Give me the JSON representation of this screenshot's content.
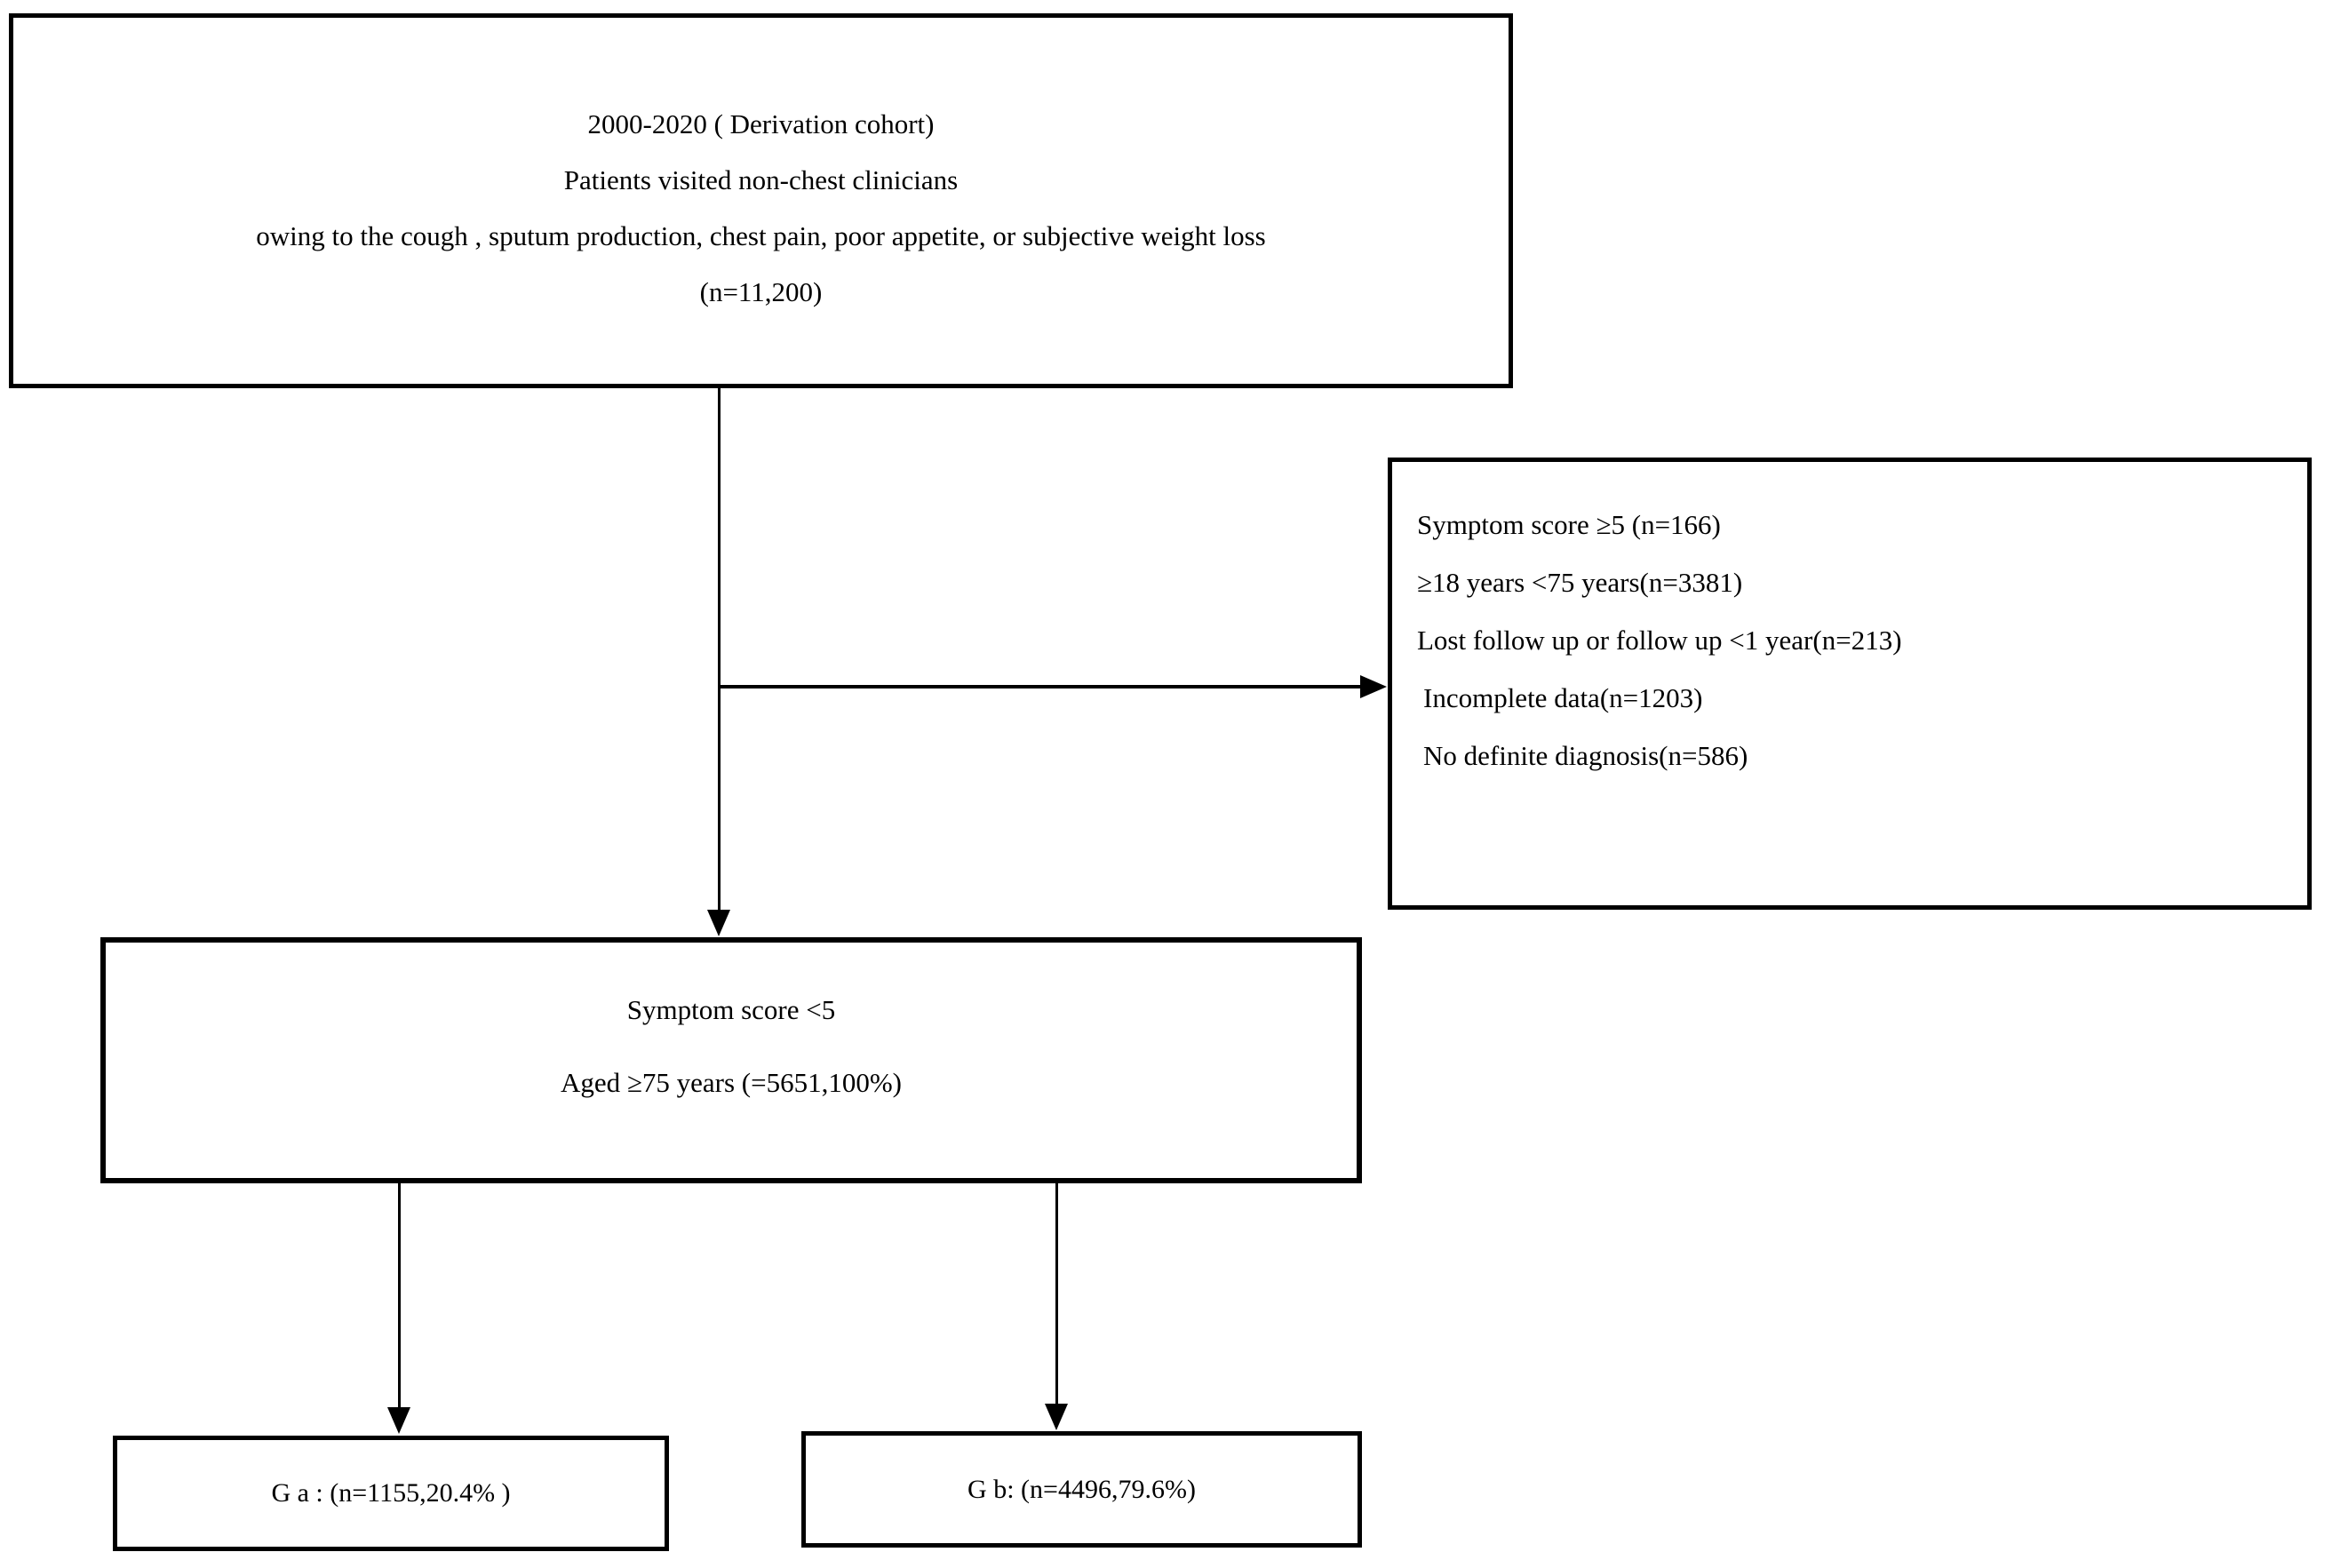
{
  "diagram": {
    "type": "flowchart",
    "colors": {
      "line": "#000000",
      "background": "#ffffff"
    },
    "boxes": {
      "derivation": {
        "lines": [
          "2000-2020 ( Derivation cohort)",
          "Patients visited non-chest clinicians",
          "owing to the cough , sputum production, chest pain, poor appetite, or subjective weight loss",
          "(n=11,200)"
        ]
      },
      "exclusion": {
        "lines": [
          "Symptom score ≥5 (n=166)",
          "≥18 years <75 years(n=3381)",
          "Lost follow up or follow up <1 year(n=213)",
          "Incomplete data(n=1203)",
          "No definite diagnosis(n=586)"
        ]
      },
      "eligible": {
        "lines": [
          "Symptom score <5",
          "Aged ≥75 years (=5651,100%)"
        ]
      },
      "group_a": {
        "label": "G a : (n=1155,20.4% )"
      },
      "group_b": {
        "label": "G b: (n=4496,79.6%)"
      }
    },
    "connectors": [
      {
        "from": "derivation",
        "to": "eligible",
        "direction": "down"
      },
      {
        "from": "derivation",
        "to": "exclusion",
        "direction": "right"
      },
      {
        "from": "eligible",
        "to": "group_a",
        "direction": "down"
      },
      {
        "from": "eligible",
        "to": "group_b",
        "direction": "down"
      }
    ]
  }
}
